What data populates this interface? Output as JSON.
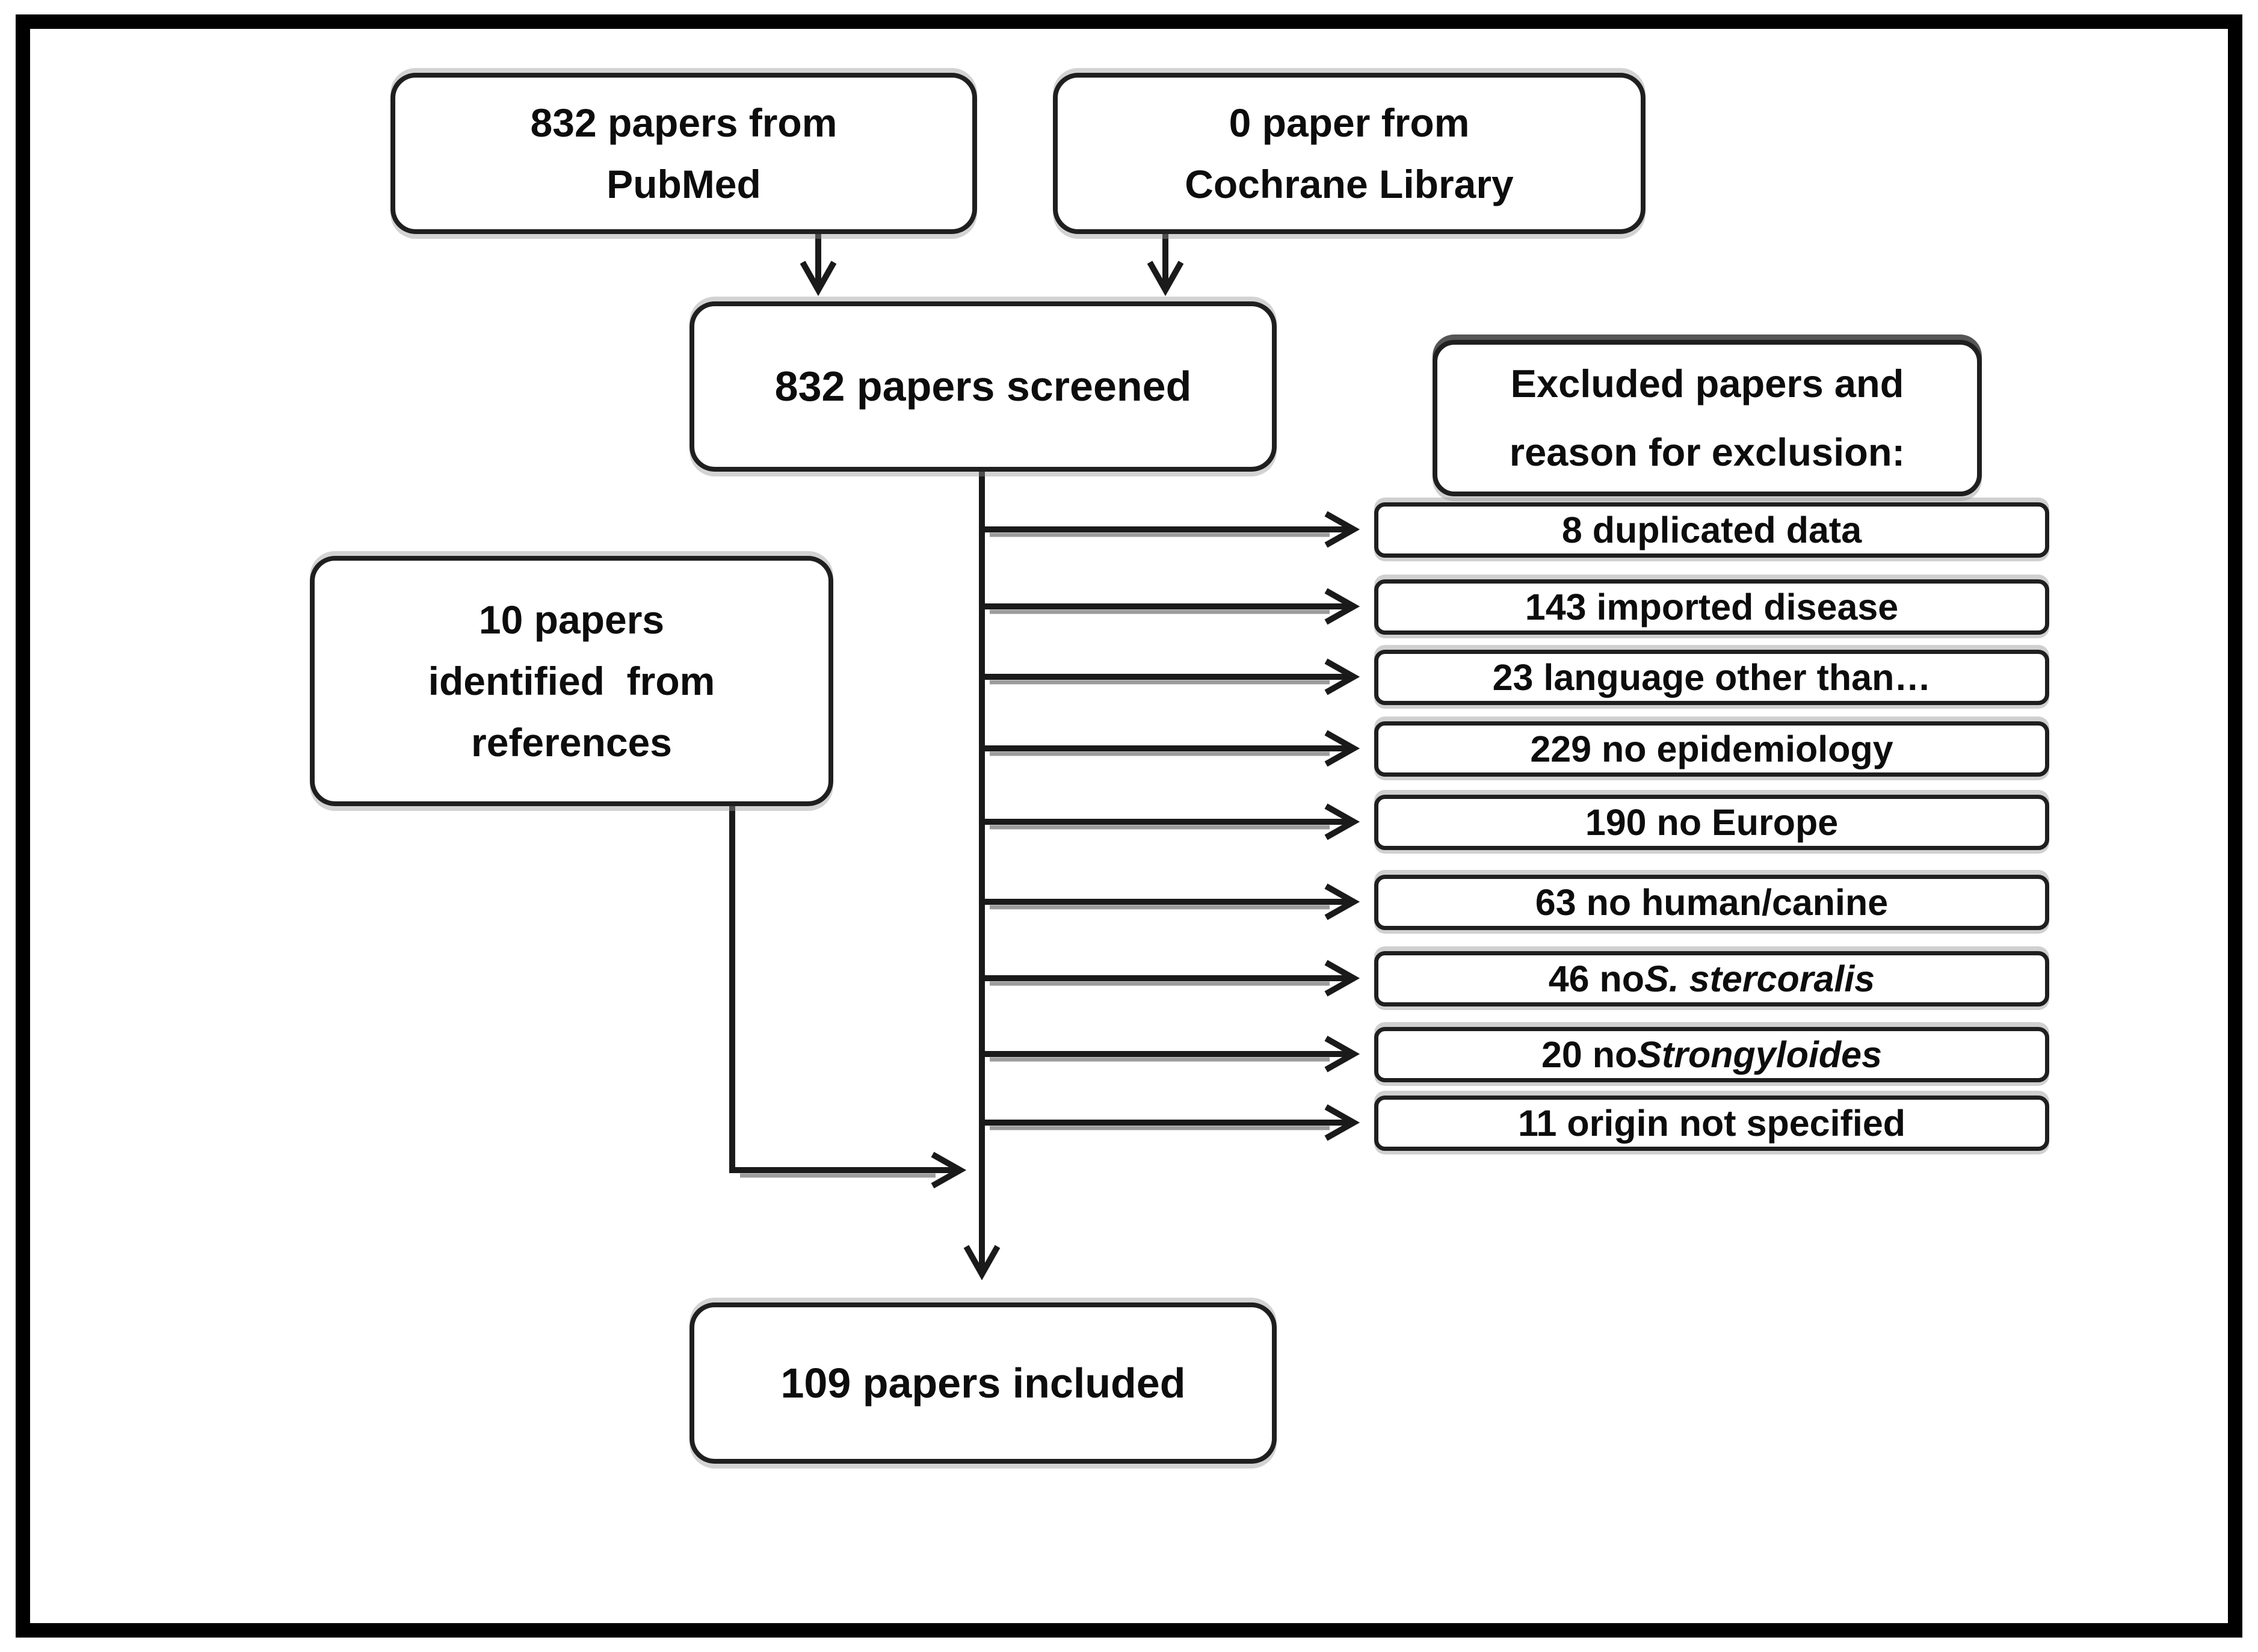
{
  "boxes": {
    "pubmed": {
      "lines": [
        "832 papers from",
        "PubMed"
      ]
    },
    "cochrane": {
      "lines": [
        "0 paper from",
        "Cochrane Library"
      ]
    },
    "screened": {
      "lines": [
        "832 papers screened"
      ]
    },
    "excluded_header": {
      "lines": [
        "Excluded papers and",
        "reason for exclusion:"
      ]
    },
    "references": {
      "lines": [
        "10 papers",
        "identified  from",
        "references"
      ]
    },
    "included": {
      "lines": [
        "109 papers included"
      ]
    }
  },
  "exclusions": [
    {
      "prefix": "8 duplicated data",
      "italic": ""
    },
    {
      "prefix": "143 imported disease",
      "italic": ""
    },
    {
      "prefix": "23 language other than…",
      "italic": ""
    },
    {
      "prefix": "229 no epidemiology",
      "italic": ""
    },
    {
      "prefix": "190 no Europe",
      "italic": ""
    },
    {
      "prefix": "63 no human/canine",
      "italic": ""
    },
    {
      "prefix": "46 no ",
      "italic": "S. stercoralis"
    },
    {
      "prefix": "20 no ",
      "italic": "Strongyloides"
    },
    {
      "prefix": "11 origin not specified",
      "italic": ""
    }
  ],
  "colors": {
    "frame_border": "#000000",
    "box_border": "#1f1f1f",
    "box_fill": "#ffffff",
    "line": "#1a1a1a",
    "shadow": "#9c9c9c",
    "text": "#0d0d0d"
  }
}
